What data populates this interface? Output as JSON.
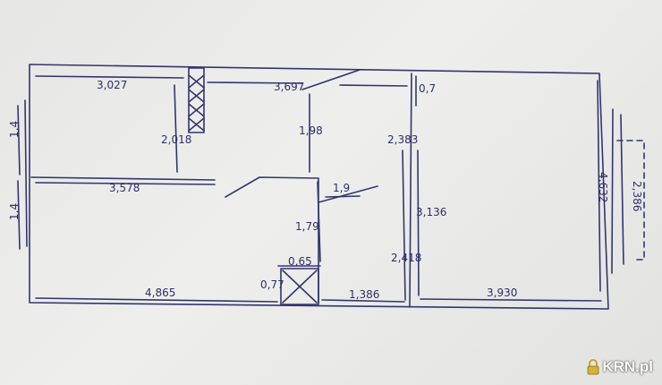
{
  "plan": {
    "dims": {
      "top_left_room": "3,027",
      "top_center": "3,697",
      "top_right_gap": "0,7",
      "left_wall_upper": "1,4",
      "left_wall_lower": "1,4",
      "left_room_height": "2,018",
      "center_height": "1,98",
      "left_room_width": "3,578",
      "door_width": "1,9",
      "right_room_height_upper": "2,383",
      "right_room_height_mid": "3,136",
      "right_room_height_lower": "2,418",
      "bath_height": "1,79",
      "shaft_width": "0,65",
      "shaft_height": "0,77",
      "bottom_left": "4,865",
      "bottom_mid": "1,386",
      "bottom_right": "3,930",
      "right_wall_total": "4,632",
      "window_height": "2,386"
    }
  },
  "watermark": {
    "text": "KRN.pl"
  },
  "colors": {
    "ink": "#33356e",
    "paper": "#e9e9e7"
  }
}
